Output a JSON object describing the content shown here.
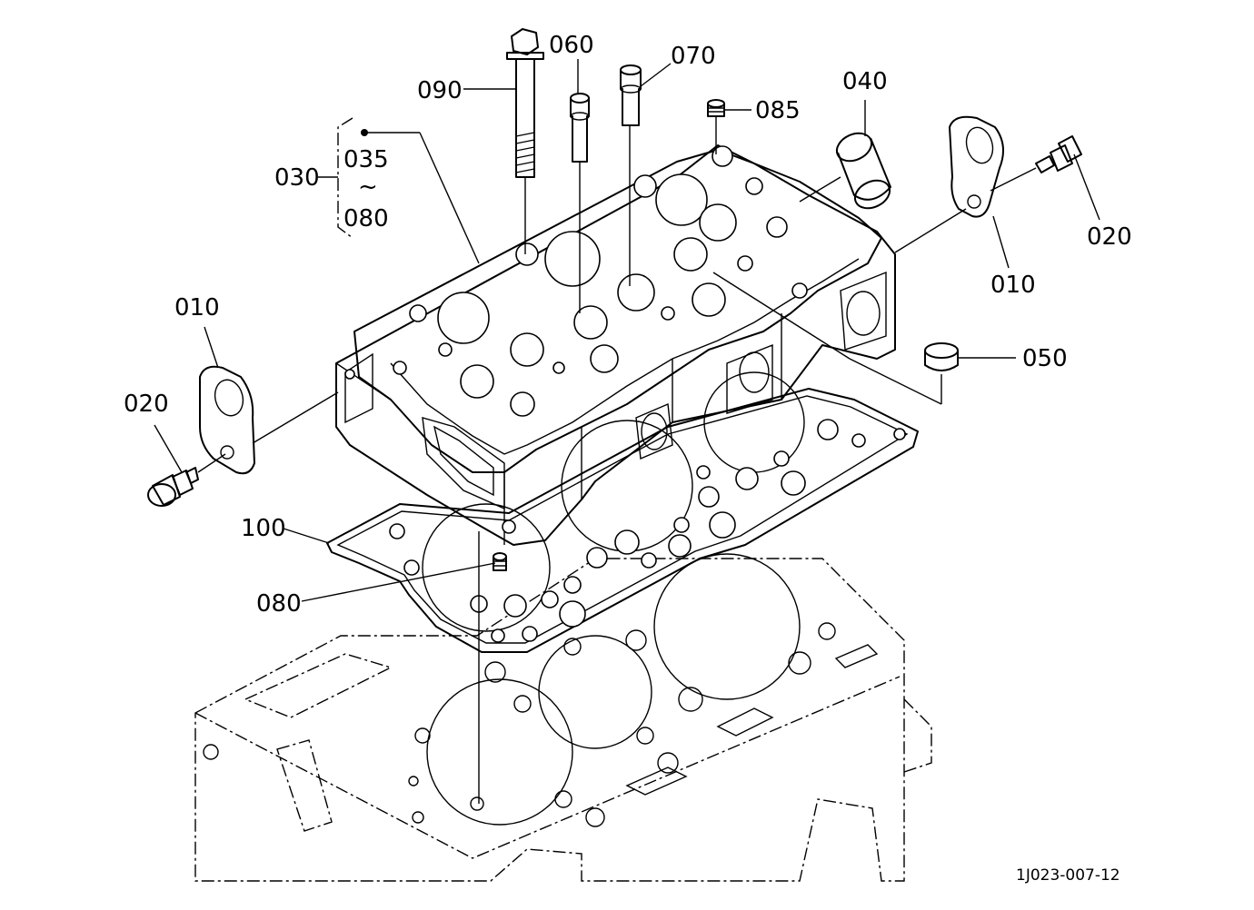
{
  "diagram": {
    "drawing_code": "1J023-007-12",
    "callouts": [
      {
        "id": "c090",
        "label": "090"
      },
      {
        "id": "c060",
        "label": "060"
      },
      {
        "id": "c070",
        "label": "070"
      },
      {
        "id": "c085",
        "label": "085"
      },
      {
        "id": "c040",
        "label": "040"
      },
      {
        "id": "c030",
        "label": "030"
      },
      {
        "id": "c035",
        "label": "035"
      },
      {
        "id": "c080a",
        "label": "080"
      },
      {
        "id": "c010r",
        "label": "010"
      },
      {
        "id": "c020r",
        "label": "020"
      },
      {
        "id": "c010l",
        "label": "010"
      },
      {
        "id": "c020l",
        "label": "020"
      },
      {
        "id": "c050",
        "label": "050"
      },
      {
        "id": "c100",
        "label": "100"
      },
      {
        "id": "c080b",
        "label": "080"
      }
    ],
    "range_symbol": "~"
  }
}
